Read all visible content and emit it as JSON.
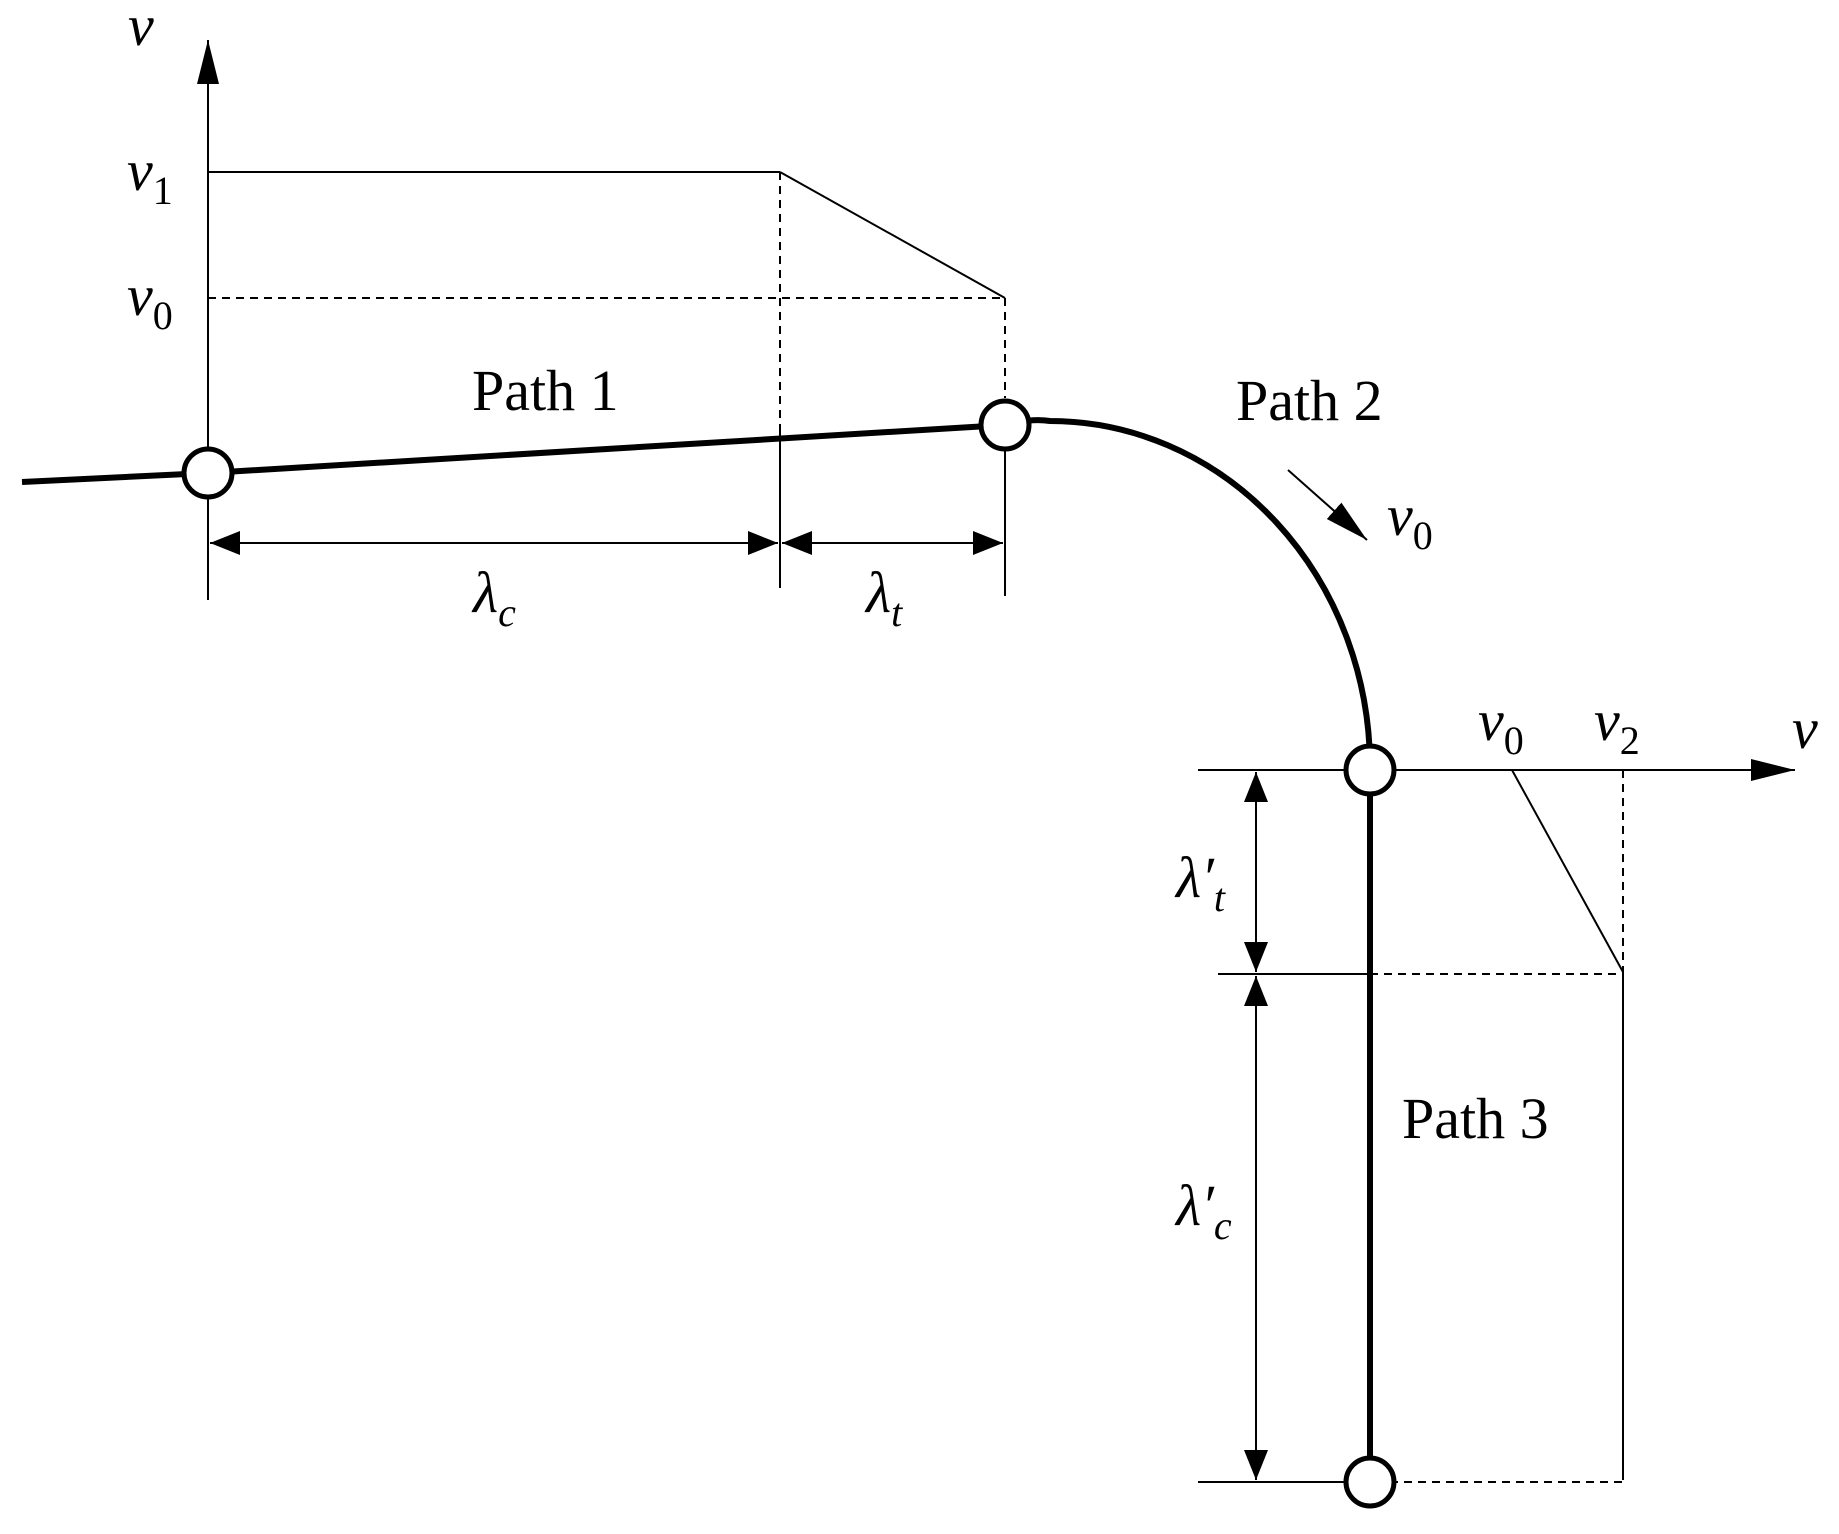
{
  "paths": {
    "path1": "Path 1",
    "path2": "Path 2",
    "path3": "Path 3"
  },
  "top_axis": {
    "axis_label": "v",
    "v1_base": "v",
    "v1_sub": "1",
    "v0_base": "v",
    "v0_sub": "0"
  },
  "right_axis": {
    "axis_label": "v",
    "v0_base": "v",
    "v0_sub": "0",
    "v2_base": "v",
    "v2_sub": "2"
  },
  "path2_velocity": {
    "base": "v",
    "sub": "0"
  },
  "dimensions": {
    "lambda_c": {
      "base": "λ",
      "sub": "c"
    },
    "lambda_t": {
      "base": "λ",
      "sub": "t"
    },
    "lambda_t_prime": {
      "base": "λ′",
      "sub": "t"
    },
    "lambda_c_prime": {
      "base": "λ′",
      "sub": "c"
    }
  }
}
